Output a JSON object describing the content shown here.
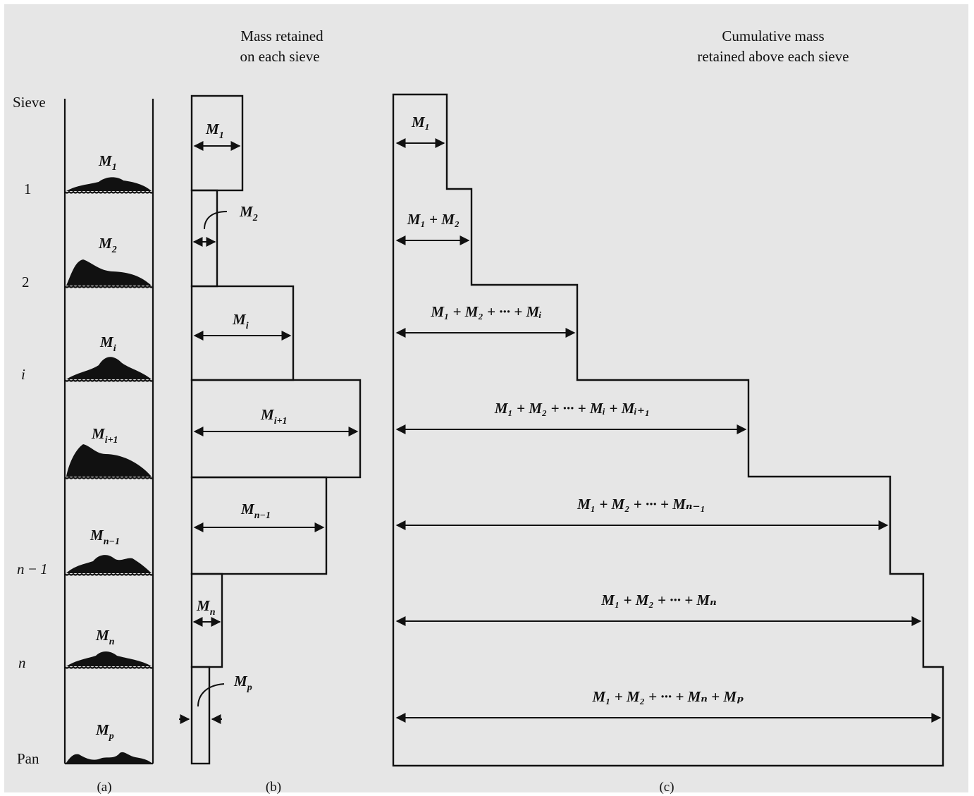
{
  "colors": {
    "background": "#e6e6e6",
    "ink": "#111111"
  },
  "headers": {
    "mass_retained_line1": "Mass retained",
    "mass_retained_line2": "on each sieve",
    "cumulative_line1": "Cumulative mass",
    "cumulative_line2": "retained above each sieve"
  },
  "sieve_labels": {
    "sieve": "Sieve",
    "s1": "1",
    "s2": "2",
    "si": "i",
    "sn1": "n − 1",
    "sn": "n",
    "pan": "Pan"
  },
  "panel_a_labels": [
    {
      "base": "M",
      "sub": "1"
    },
    {
      "base": "M",
      "sub": "2"
    },
    {
      "base": "M",
      "sub": "i"
    },
    {
      "base": "M",
      "sub": "i+1"
    },
    {
      "base": "M",
      "sub": "n−1"
    },
    {
      "base": "M",
      "sub": "n"
    },
    {
      "base": "M",
      "sub": "p"
    }
  ],
  "panel_b_labels": [
    {
      "base": "M",
      "sub": "1"
    },
    {
      "base": "M",
      "sub": "2"
    },
    {
      "base": "M",
      "sub": "i"
    },
    {
      "base": "M",
      "sub": "i+1"
    },
    {
      "base": "M",
      "sub": "n−1"
    },
    {
      "base": "M",
      "sub": "n"
    },
    {
      "base": "M",
      "sub": "p"
    }
  ],
  "panel_c_labels": [
    "M₁",
    "M₁ + M₂",
    "M₁ + M₂ + ··· + Mᵢ",
    "M₁ + M₂ + ··· + Mᵢ + Mᵢ₊₁",
    "M₁ + M₂ + ··· + Mₙ₋₁",
    "M₁ + M₂ + ··· + Mₙ",
    "M₁ + M₂ + ··· + Mₙ + Mₚ"
  ],
  "captions": {
    "a": "(a)",
    "b": "(b)",
    "c": "(c)"
  }
}
